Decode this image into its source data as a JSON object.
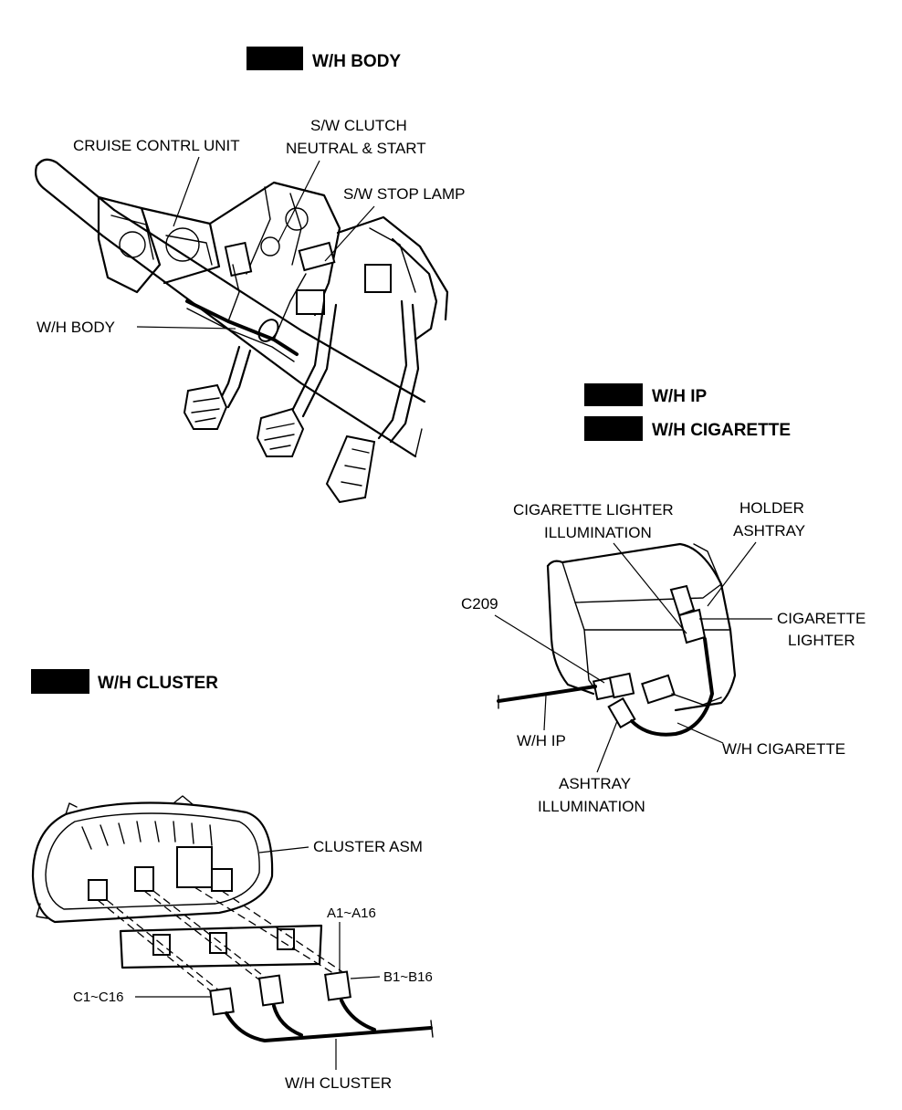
{
  "sections": {
    "body": {
      "header": "W/H BODY"
    },
    "ip": {
      "header": "W/H IP"
    },
    "cigarette": {
      "header": "W/H CIGARETTE"
    },
    "cluster": {
      "header": "W/H CLUSTER"
    }
  },
  "labels": {
    "cruise_control_unit": "CRUISE CONTRL UNIT",
    "clutch_switch_line1": "S/W CLUTCH",
    "clutch_switch_line2": "NEUTRAL & START",
    "stop_lamp_switch": "S/W STOP LAMP",
    "wh_body": "W/H BODY",
    "lighter_illum_line1": "CIGARETTE LIGHTER",
    "lighter_illum_line2": "ILLUMINATION",
    "holder_line1": "HOLDER",
    "holder_line2": "ASHTRAY",
    "c209": "C209",
    "cig_lighter_line1": "CIGARETTE",
    "cig_lighter_line2": "LIGHTER",
    "wh_ip": "W/H IP",
    "wh_cigarette": "W/H CIGARETTE",
    "ashtray_illum_line1": "ASHTRAY",
    "ashtray_illum_line2": "ILLUMINATION",
    "cluster_asm": "CLUSTER ASM",
    "a_range": "A1~A16",
    "b_range": "B1~B16",
    "c_range": "C1~C16",
    "wh_cluster": "W/H CLUSTER"
  },
  "colors": {
    "ink": "#000000",
    "paper": "#ffffff"
  }
}
